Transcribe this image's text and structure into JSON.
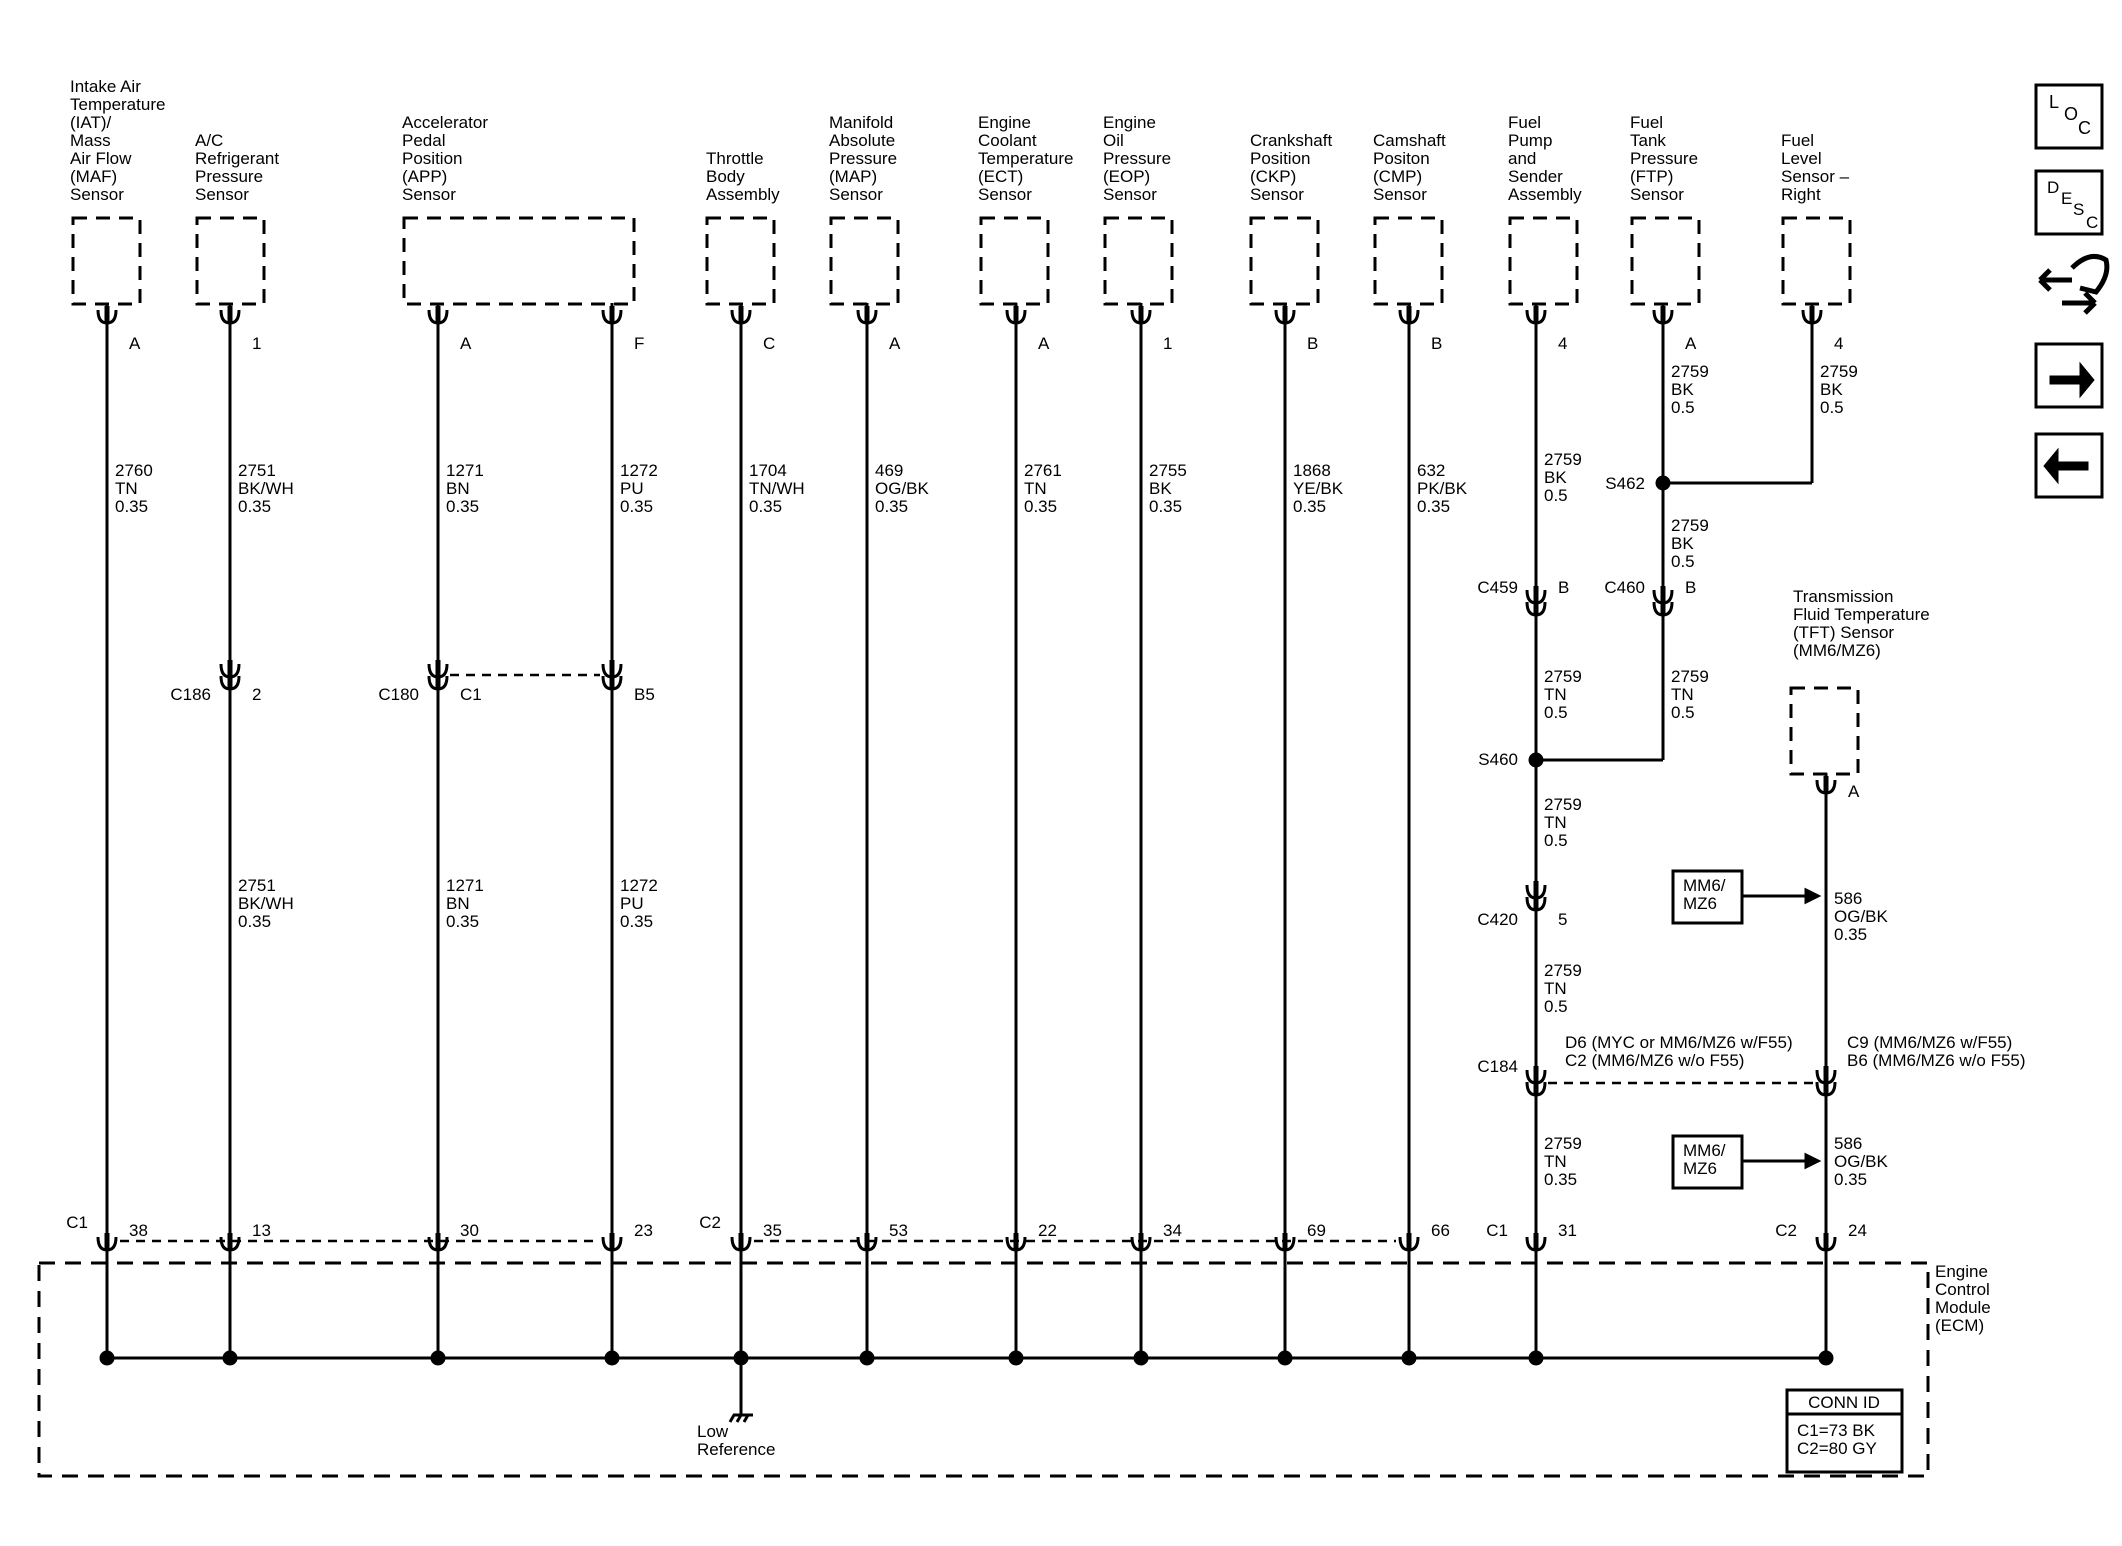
{
  "sensors": [
    {
      "id": "iat-maf",
      "title": [
        "Intake Air",
        "Temperature",
        "(IAT)/",
        "Mass",
        "Air Flow",
        "(MAF)",
        "Sensor"
      ],
      "pins": [
        {
          "pin": "A",
          "wire": [
            "2760",
            "TN",
            "0.35"
          ],
          "ecm_pin": "38"
        }
      ]
    },
    {
      "id": "ac-pressure",
      "title": [
        "A/C",
        "Refrigerant",
        "Pressure",
        "Sensor"
      ],
      "pins": [
        {
          "pin": "1",
          "wire": [
            "2751",
            "BK/WH",
            "0.35"
          ],
          "inline_conn": "C186",
          "inline_pin": "2",
          "wire2": [
            "2751",
            "BK/WH",
            "0.35"
          ],
          "ecm_pin": "13"
        }
      ]
    },
    {
      "id": "app",
      "title": [
        "Accelerator",
        "Pedal",
        "Position",
        "(APP)",
        "Sensor"
      ],
      "pins": [
        {
          "pin": "A",
          "wire": [
            "1271",
            "BN",
            "0.35"
          ],
          "inline_conn": "C180",
          "inline_pin": "C1",
          "wire2": [
            "1271",
            "BN",
            "0.35"
          ],
          "ecm_pin": "30"
        },
        {
          "pin": "F",
          "wire": [
            "1272",
            "PU",
            "0.35"
          ],
          "inline_pin": "B5",
          "wire2": [
            "1272",
            "PU",
            "0.35"
          ],
          "ecm_pin": "23"
        }
      ]
    },
    {
      "id": "throttle-body",
      "title": [
        "Throttle",
        "Body",
        "Assembly"
      ],
      "pins": [
        {
          "pin": "C",
          "wire": [
            "1704",
            "TN/WH",
            "0.35"
          ],
          "ecm_pin": "35"
        }
      ]
    },
    {
      "id": "map",
      "title": [
        "Manifold",
        "Absolute",
        "Pressure",
        "(MAP)",
        "Sensor"
      ],
      "pins": [
        {
          "pin": "A",
          "wire": [
            "469",
            "OG/BK",
            "0.35"
          ],
          "ecm_pin": "53"
        }
      ]
    },
    {
      "id": "ect",
      "title": [
        "Engine",
        "Coolant",
        "Temperature",
        "(ECT)",
        "Sensor"
      ],
      "pins": [
        {
          "pin": "A",
          "wire": [
            "2761",
            "TN",
            "0.35"
          ],
          "ecm_pin": "22"
        }
      ]
    },
    {
      "id": "eop",
      "title": [
        "Engine",
        "Oil",
        "Pressure",
        "(EOP)",
        "Sensor"
      ],
      "pins": [
        {
          "pin": "1",
          "wire": [
            "2755",
            "BK",
            "0.35"
          ],
          "ecm_pin": "34"
        }
      ]
    },
    {
      "id": "ckp",
      "title": [
        "Crankshaft",
        "Position",
        "(CKP)",
        "Sensor"
      ],
      "pins": [
        {
          "pin": "B",
          "wire": [
            "1868",
            "YE/BK",
            "0.35"
          ],
          "ecm_pin": "69"
        }
      ]
    },
    {
      "id": "cmp",
      "title": [
        "Camshaft",
        "Positon",
        "(CMP)",
        "Sensor"
      ],
      "pins": [
        {
          "pin": "B",
          "wire": [
            "632",
            "PK/BK",
            "0.35"
          ],
          "ecm_pin": "66"
        }
      ]
    },
    {
      "id": "fuel-pump",
      "title": [
        "Fuel",
        "Pump",
        "and",
        "Sender",
        "Assembly"
      ],
      "pins": [
        {
          "pin": "4",
          "wire": [
            "2759",
            "BK",
            "0.5"
          ],
          "ecm_pin": "31"
        }
      ]
    },
    {
      "id": "ftp",
      "title": [
        "Fuel",
        "Tank",
        "Pressure",
        "(FTP)",
        "Sensor"
      ],
      "pins": [
        {
          "pin": "A",
          "wire": [
            "2759",
            "BK",
            "0.5"
          ]
        }
      ]
    },
    {
      "id": "fuel-level-right",
      "title": [
        "Fuel",
        "Level",
        "Sensor –",
        "Right"
      ],
      "pins": [
        {
          "pin": "4",
          "wire": [
            "2759",
            "BK",
            "0.5"
          ]
        }
      ]
    },
    {
      "id": "tft",
      "title": [
        "Transmission",
        "Fluid Temperature",
        "(TFT) Sensor",
        "(MM6/MZ6)"
      ],
      "pins": [
        {
          "pin": "A",
          "wire": [
            "586",
            "OG/BK",
            "0.35"
          ],
          "ecm_pin": "24"
        }
      ]
    }
  ],
  "splices": {
    "s462": "S462",
    "s460": "S460"
  },
  "fuel_path": {
    "wire_s462_down": [
      "2759",
      "BK",
      "0.5"
    ],
    "c459": "C459",
    "c459_pin": "B",
    "c460": "C460",
    "c460_pin": "B",
    "wire_c459_down": [
      "2759",
      "TN",
      "0.5"
    ],
    "wire_c460_down": [
      "2759",
      "TN",
      "0.5"
    ],
    "wire_s460_down": [
      "2759",
      "TN",
      "0.5"
    ],
    "c420": "C420",
    "c420_pin": "5",
    "wire_c420_down": [
      "2759",
      "TN",
      "0.5"
    ],
    "c184": "C184",
    "c184_left_pins": [
      "D6 (MYC or MM6/MZ6 w/F55)",
      "C2 (MM6/MZ6 w/o F55)"
    ],
    "c184_right_pins": [
      "C9 (MM6/MZ6 w/F55)",
      "B6 (MM6/MZ6 w/o F55)"
    ],
    "wire_c184_down": [
      "2759",
      "TN",
      "0.35"
    ],
    "tft_wire_low": [
      "586",
      "OG/BK",
      "0.35"
    ]
  },
  "option_boxes": [
    [
      "MM6/",
      "MZ6"
    ],
    [
      "MM6/",
      "MZ6"
    ]
  ],
  "ecm": {
    "name": [
      "Engine",
      "Control",
      "Module",
      "(ECM)"
    ],
    "c1": "C1",
    "c2": "C2",
    "low_reference": [
      "Low",
      "Reference"
    ],
    "conn_id_title": "CONN ID",
    "conn_id_rows": [
      "C1=73 BK",
      "C2=80 GY"
    ]
  },
  "nav": {
    "loc": [
      "L",
      "O",
      "C"
    ],
    "desc": [
      "D",
      "E",
      "S",
      "C"
    ]
  }
}
